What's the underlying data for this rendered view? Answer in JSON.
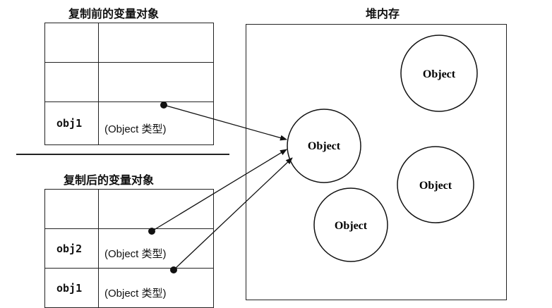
{
  "titles": {
    "before": "复制前的变量对象",
    "after": "复制后的变量对象",
    "heap": "堆内存"
  },
  "before_table": {
    "rows": [
      {
        "name": "",
        "value": ""
      },
      {
        "name": "",
        "value": ""
      },
      {
        "name": "obj1",
        "value": "(Object 类型)"
      }
    ]
  },
  "after_table": {
    "rows": [
      {
        "name": "",
        "value": ""
      },
      {
        "name": "obj2",
        "value": "(Object 类型)"
      },
      {
        "name": "obj1",
        "value": "(Object 类型)"
      }
    ]
  },
  "heap_objects": [
    {
      "label": "Object",
      "referenced": true
    },
    {
      "label": "Object",
      "referenced": false
    },
    {
      "label": "Object",
      "referenced": false
    },
    {
      "label": "Object",
      "referenced": false
    }
  ]
}
